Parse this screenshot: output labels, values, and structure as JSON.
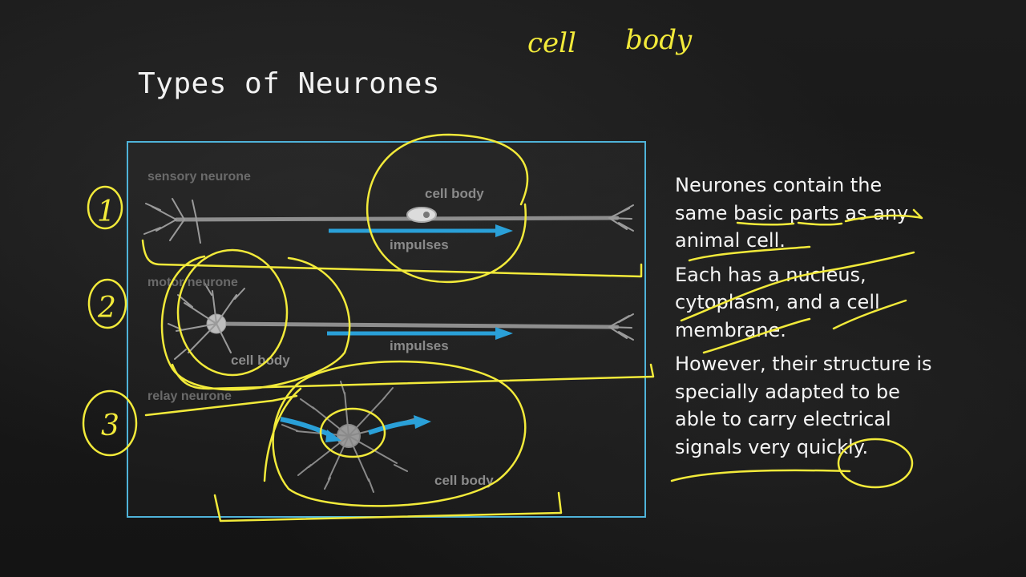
{
  "slide": {
    "title": "Types of Neurones"
  },
  "annotations": {
    "handwritten_top": [
      "cell",
      "body"
    ],
    "numbers": [
      "1",
      "2",
      "3"
    ]
  },
  "diagram": {
    "neurones": [
      {
        "label": "sensory neurone",
        "cell_body_label": "cell body",
        "arrow_label": "impulses"
      },
      {
        "label": "motor neurone",
        "cell_body_label": "cell body",
        "arrow_label": "impulses"
      },
      {
        "label": "relay neurone",
        "cell_body_label": "cell body"
      }
    ]
  },
  "text_panel": {
    "paragraphs": [
      "Neurones contain the same basic parts as any animal cell.",
      "Each has a nucleus, cytoplasm, and a cell membrane.",
      "However, their structure is specially adapted to be able to carry electrical signals very quickly."
    ]
  },
  "colors": {
    "ink_yellow": "#f2ea3a",
    "frame_blue": "#4fb3d9",
    "arrow_blue": "#2aa0d8",
    "text_white": "#f5f5f5"
  }
}
